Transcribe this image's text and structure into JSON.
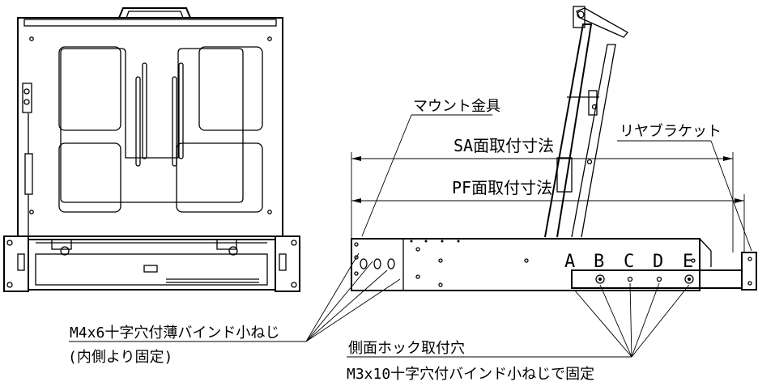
{
  "labels": {
    "mount_bracket": "マウント金具",
    "sa_dimension": "SA面取付寸法",
    "pf_dimension": "PF面取付寸法",
    "rear_bracket": "リヤブラケット",
    "screw_m4_line1": "M4x6十字穴付薄バインド小ねじ",
    "screw_m4_line2": "(内側より固定)",
    "side_hook_hole": "側面ホック取付穴",
    "screw_m3": "M3x10十字穴付バインド小ねじで固定"
  },
  "hole_positions": [
    "A",
    "B",
    "C",
    "D",
    "E"
  ]
}
